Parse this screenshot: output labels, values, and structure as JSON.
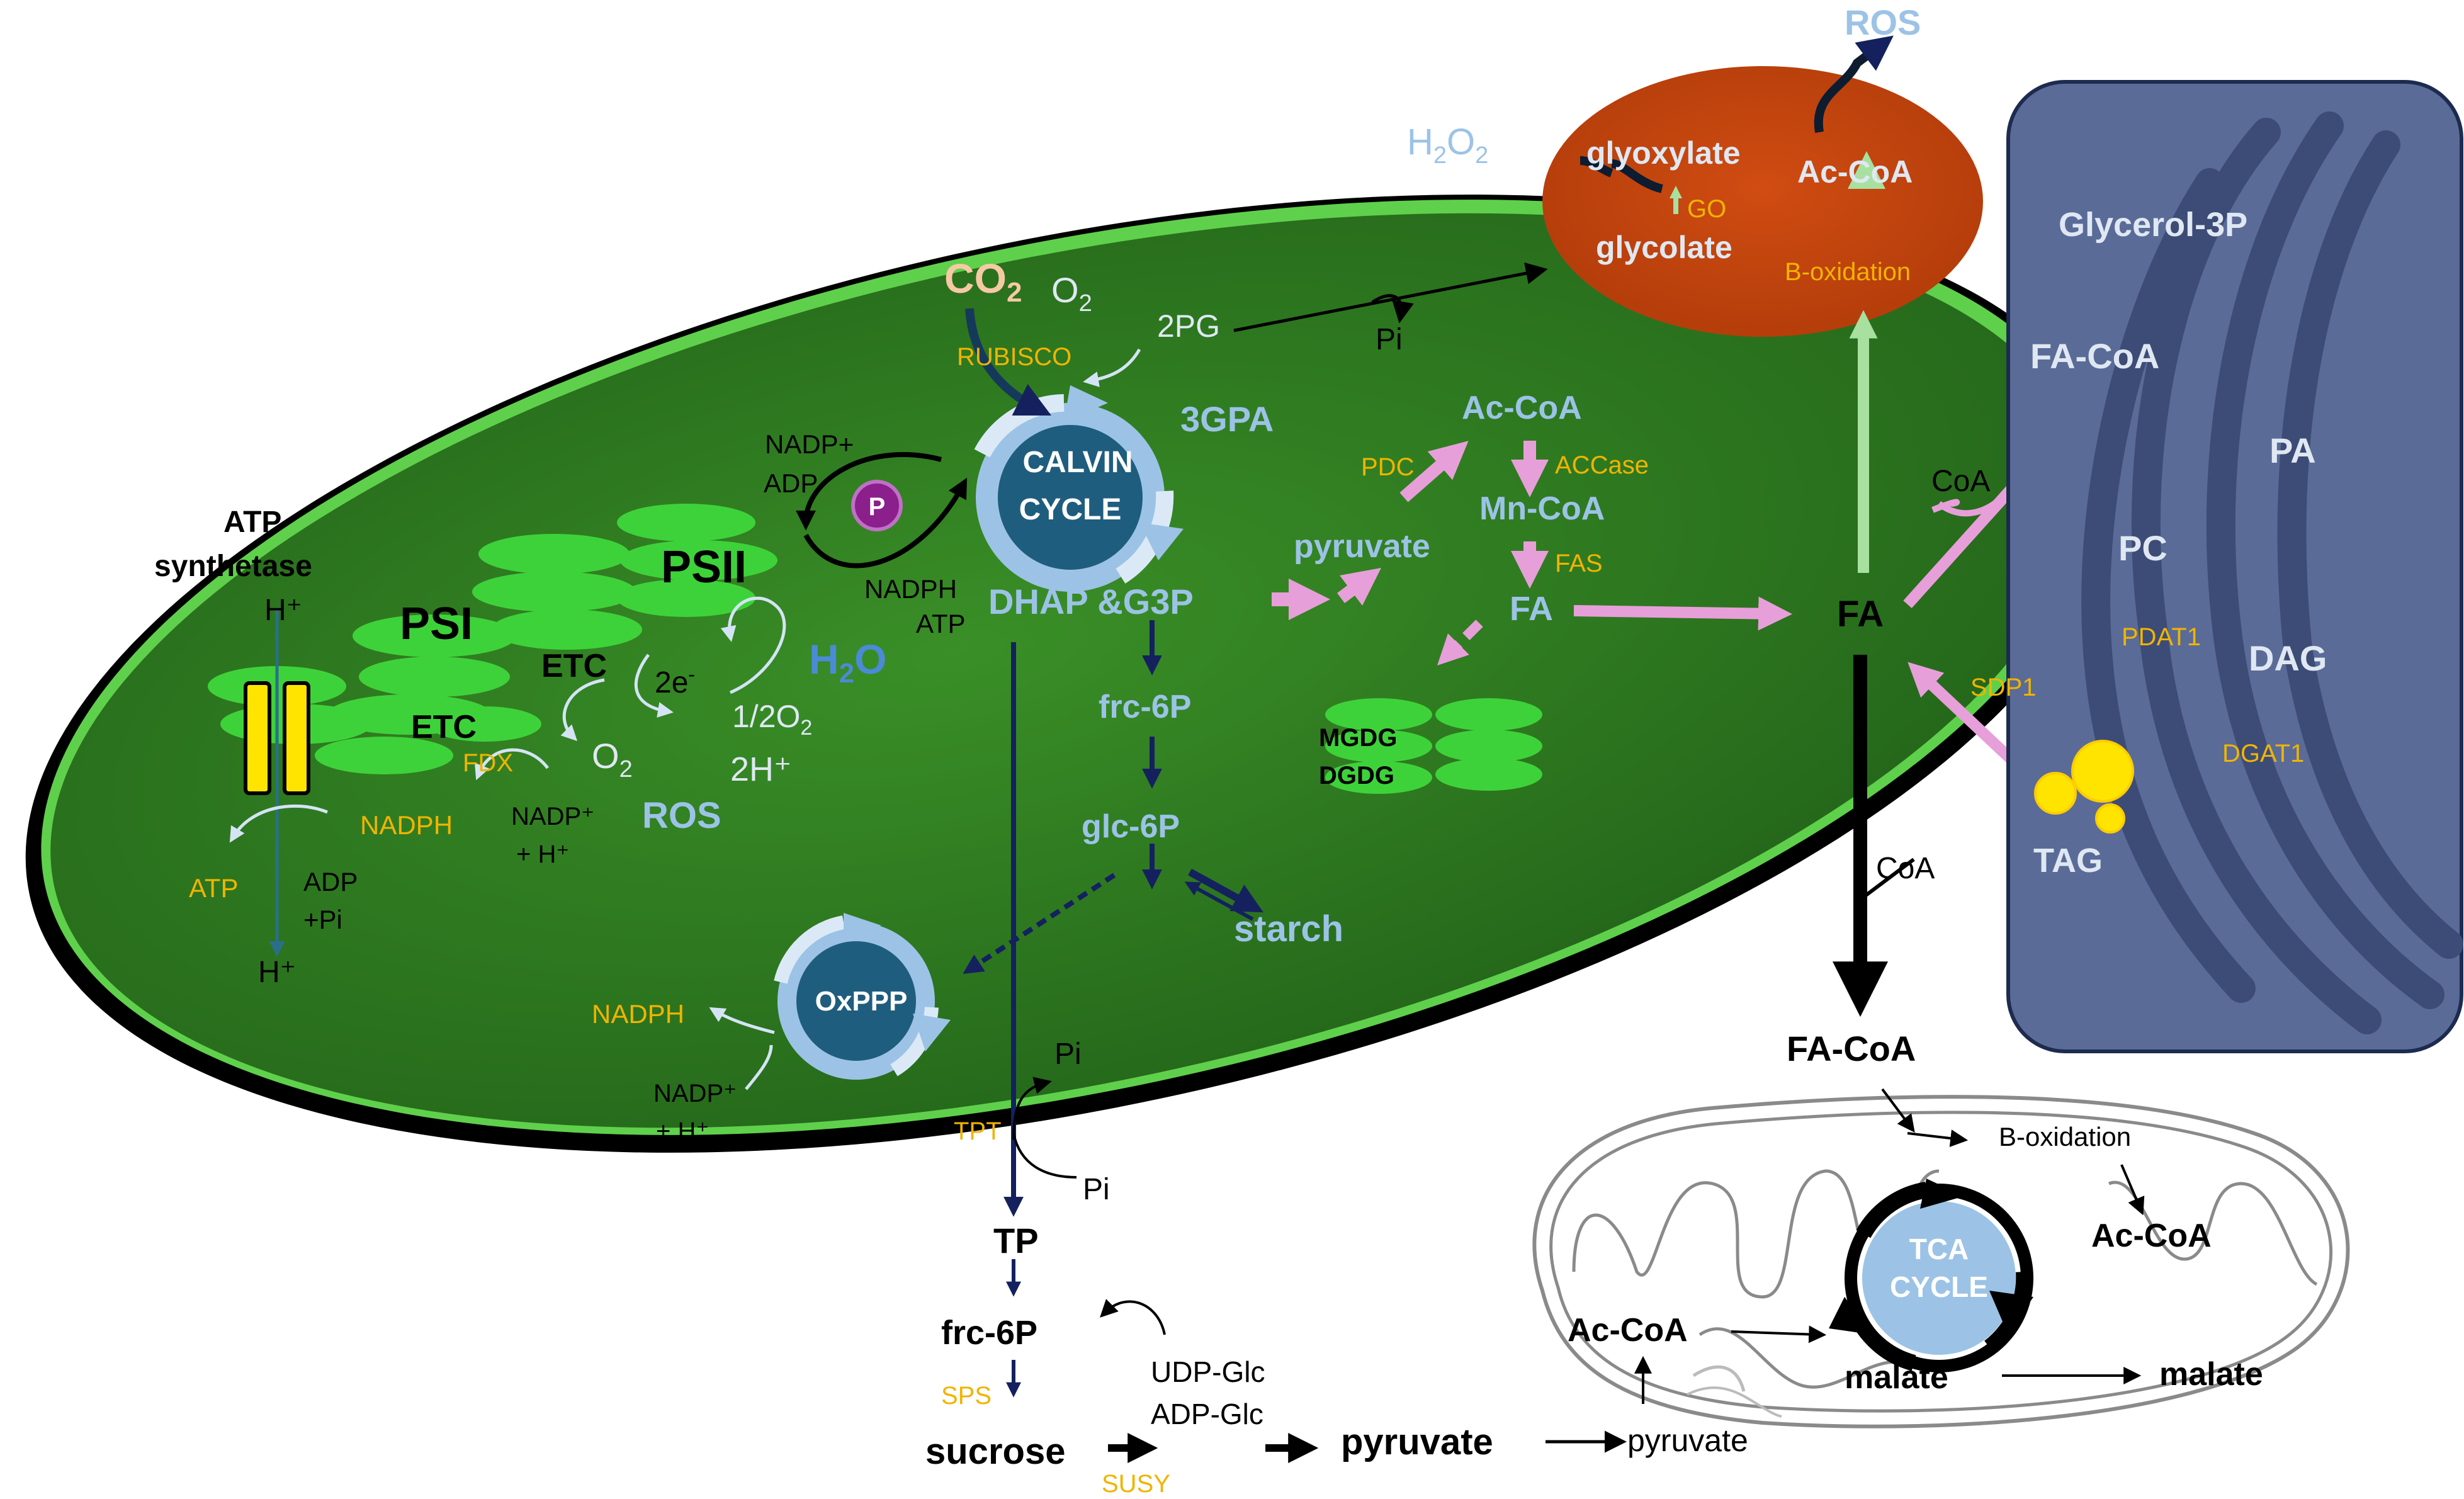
{
  "labels": {
    "ros_top": "ROS",
    "h2o2": "H",
    "h2o2_sub": "2",
    "h2o2_o": "O",
    "h2o2_sub2": "2",
    "glyoxylate": "glyoxylate",
    "go": "GO",
    "glycolate": "glycolate",
    "peroxisome_acoa": "Ac-CoA",
    "b_oxidation_perox": "B-oxidation",
    "co2": "CO",
    "co2_sub": "2",
    "o2": "O",
    "o2_sub": "2",
    "rubisco": "RUBISCO",
    "pg2": "2PG",
    "pi_top": "Pi",
    "gpa3": "3GPA",
    "calvin_line1": "CALVIN",
    "calvin_line2": "CYCLE",
    "nadp_plus": "NADP+",
    "adp": "ADP",
    "p_badge": "P",
    "nadph_calvin": "NADPH",
    "atp_calvin": "ATP",
    "dhap_g3p": "DHAP &G3P",
    "atp_synthetase1": "ATP",
    "atp_synthetase2": "synthetase",
    "h_plus_top": "H⁺",
    "h_plus_bottom": "H⁺",
    "psi": "PSI",
    "psii": "PSII",
    "etc_upper": "ETC",
    "etc_lower": "ETC",
    "two_e": "2e",
    "two_e_sup": "-",
    "h2o": "H",
    "h2o_sub": "2",
    "h2o_o": "O",
    "half_o2": "1/2O",
    "half_o2_sub": "2",
    "two_h_plus": "2H⁺",
    "o2_radical": "O",
    "o2_radical_sub": "2",
    "ros_chloro": "ROS",
    "fdx": "FDX",
    "nadph_left": "NADPH",
    "nadp_h_line1": "NADP⁺",
    "nadp_h_line2": "+ H⁺",
    "atp_bottom": "ATP",
    "adp_pi_line1": "ADP",
    "adp_pi_line2": "+Pi",
    "frc6p_chloro": "frc-6P",
    "glc6p": "glc-6P",
    "starch": "starch",
    "oxppp": "OxPPP",
    "nadph_oxppp": "NADPH",
    "nadp_oxppp_line1": "NADP⁺",
    "nadp_oxppp_line2": "+ H⁺",
    "tpt": "TPT",
    "pi_tpt_out": "Pi",
    "pi_tpt_in": "Pi",
    "acoa_chloro": "Ac-CoA",
    "pdc": "PDC",
    "accase": "ACCase",
    "mncoa": "Mn-CoA",
    "fas": "FAS",
    "pyruvate_chloro": "pyruvate",
    "fa_chloro": "FA",
    "mgdg": "MGDG",
    "dgdg": "DGDG",
    "fa_center": "FA",
    "coa_upper": "CoA",
    "coa_lower": "CoA",
    "sdp1": "SDP1",
    "glycerol3p": "Glycerol-3P",
    "er_facoa": "FA-CoA",
    "pa": "PA",
    "pc": "PC",
    "pdat1": "PDAT1",
    "dag": "DAG",
    "dgat1": "DGAT1",
    "tag": "TAG",
    "facoa_mito": "FA-CoA",
    "b_oxidation_mito": "B-oxidation",
    "acoa_mito": "Ac-CoA",
    "tca_line1": "TCA",
    "tca_line2": "CYCLE",
    "acoa_mito_left": "Ac-CoA",
    "malate_inner": "malate",
    "malate_outer": "malate",
    "pyruvate_mito": "pyruvate",
    "tp": "TP",
    "frc6p_cyto": "frc-6P",
    "sps": "SPS",
    "udp_glc": "UDP-Glc",
    "adp_glc": "ADP-Glc",
    "sucrose": "sucrose",
    "susy": "SUSY",
    "pyruvate_cyto": "pyruvate"
  },
  "colors": {
    "chloroplast": "#2e7d1e",
    "thylakoid": "#3ed23a",
    "peroxisome": "#c1440e",
    "er_bg": "#5a6b98",
    "calvin": "#1f5d7e",
    "light_blue": "#9cc3e6",
    "pink_arrow": "#e79fd9",
    "green_arrow": "#a8e0a0",
    "navy_arrow": "#14215e",
    "enzyme_yellow": "#f0b400",
    "tag_yellow": "#ffe400",
    "p_badge": "#8b1f8c"
  }
}
